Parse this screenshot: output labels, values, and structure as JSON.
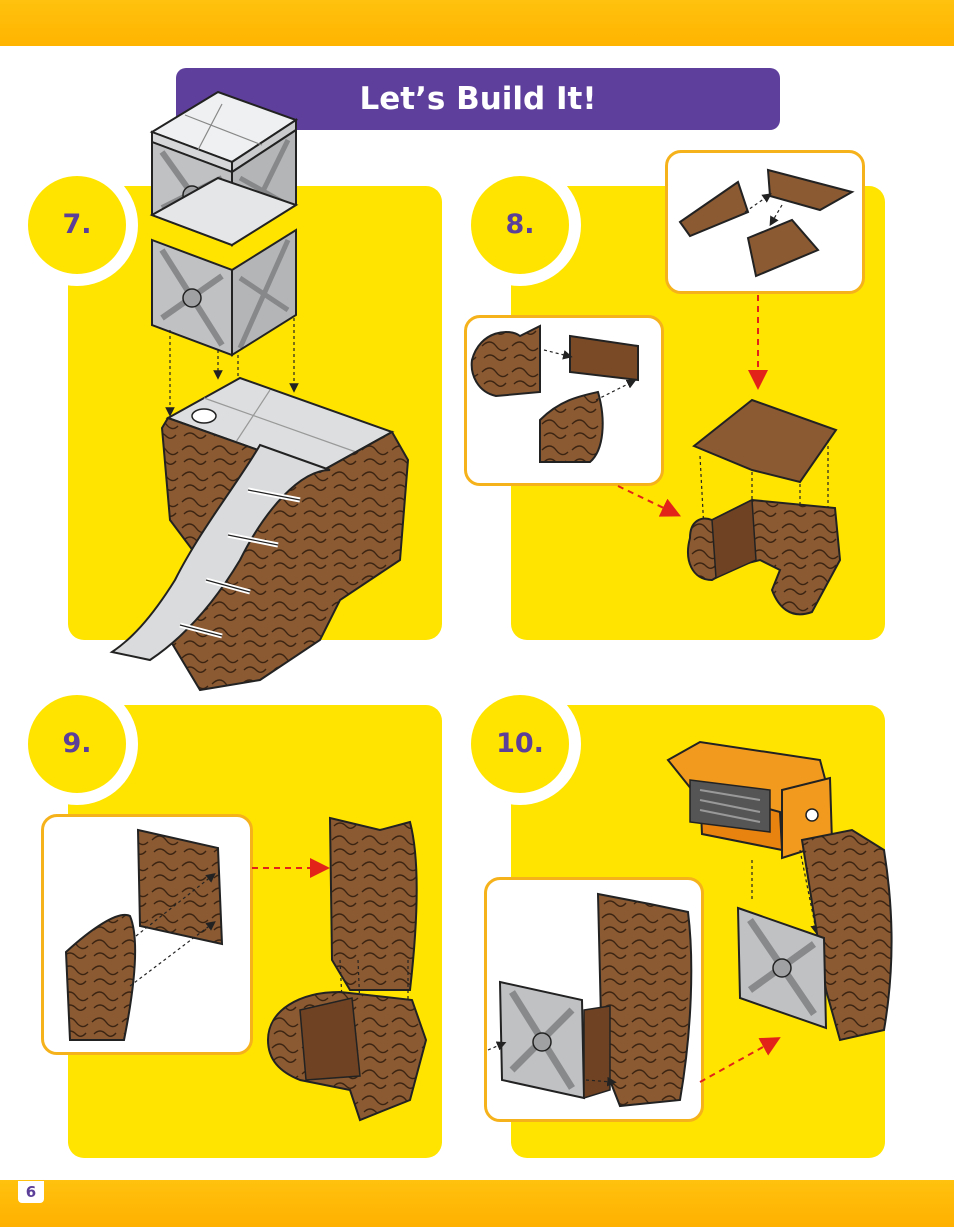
{
  "header": {
    "title": "Let’s Build It!"
  },
  "steps": [
    {
      "label": "7."
    },
    {
      "label": "8."
    },
    {
      "label": "9."
    },
    {
      "label": "10."
    }
  ],
  "footer": {
    "page_number": "6"
  },
  "colors": {
    "band": "#ffc20e",
    "panel": "#ffe400",
    "accent": "#5f3f9c",
    "inset_border": "#f6b21a",
    "rock": "#8b5a32",
    "frame": "#bfc1c3",
    "arrow": "#e2231a"
  }
}
